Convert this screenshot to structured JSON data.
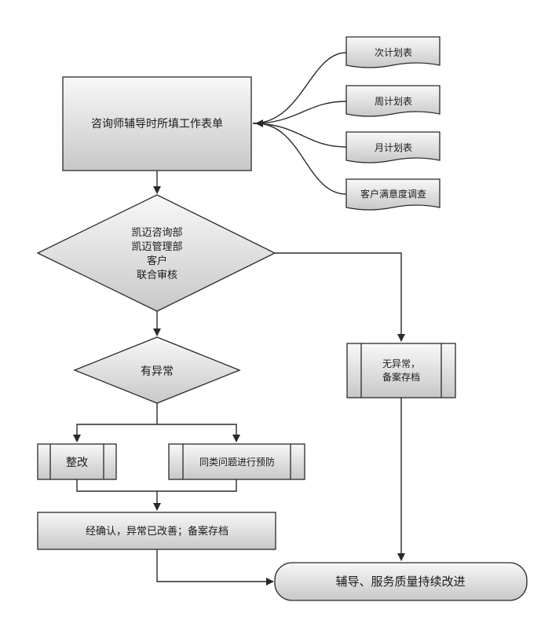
{
  "nodes": {
    "worksheet": "咨询师辅导时所填工作表单",
    "plan_daily": "次计划表",
    "plan_weekly": "周计划表",
    "plan_monthly": "月计划表",
    "survey": "客户满意度调查",
    "review_line1": "凯迈咨询部",
    "review_line2": "凯迈管理部",
    "review_line3": "客户",
    "review_line4": "联合审核",
    "has_issue": "有异常",
    "no_issue_line1": "无异常，",
    "no_issue_line2": "备案存档",
    "rectify": "整改",
    "prevent": "同类问题进行预防",
    "confirm": "经确认，异常已改善；备案存档",
    "improve": "辅导、服务质量持续改进"
  },
  "colors": {
    "fill_top": "#f7f7f7",
    "fill_bottom": "#c9c9c9",
    "stroke": "#2a2a2a"
  }
}
